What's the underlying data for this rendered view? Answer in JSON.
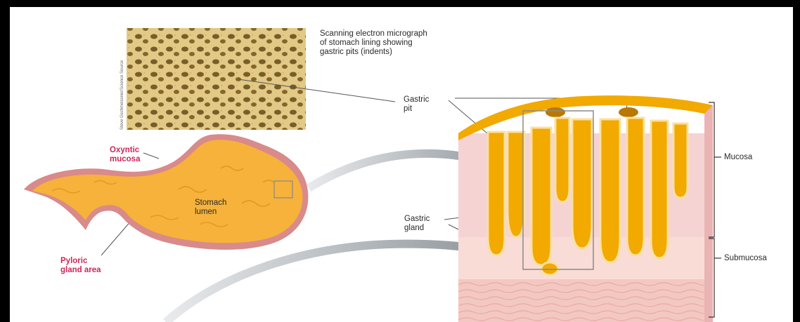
{
  "labels": {
    "micrograph_caption": "Scanning electron micrograph\nof stomach lining showing\ngastric pits (indents)",
    "photo_credit": "Steve Gschmeissner/Science Source",
    "gastric_pit": "Gastric\npit",
    "oxyntic_mucosa": "Oxyntic\nmucosa",
    "stomach_lumen": "Stomach\nlumen",
    "pyloric_gland_area": "Pyloric\ngland area",
    "gastric_gland": "Gastric\ngland",
    "mucosa": "Mucosa",
    "submucosa": "Submucosa"
  },
  "colors": {
    "accent_label": "#d0245a",
    "gland_yellow": "#f2a900",
    "mucosa_pink": "#f6d3d3",
    "stomach_wall": "#d98a8a"
  }
}
